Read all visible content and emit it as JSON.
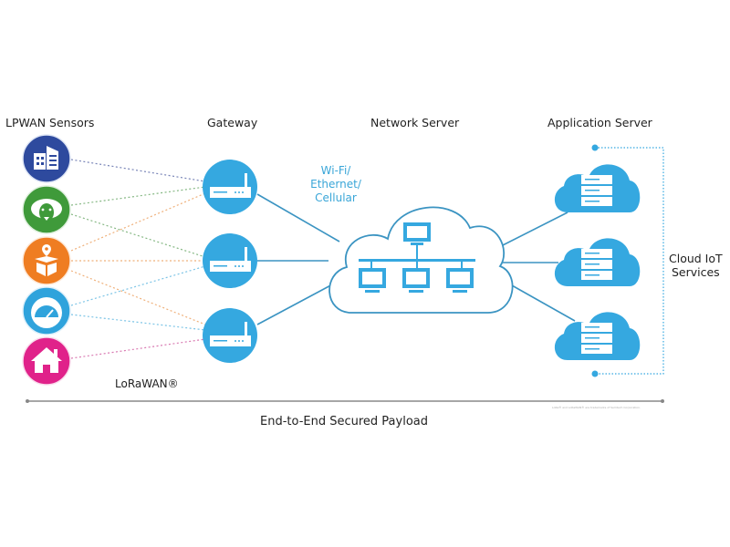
{
  "headers": {
    "sensors": "LPWAN Sensors",
    "gateway": "Gateway",
    "network_server": "Network Server",
    "application_server": "Application Server"
  },
  "backhaul_label": [
    "Wi-Fi/",
    "Ethernet/",
    "Cellular"
  ],
  "lorawan_label": "LoRaWAN®",
  "cloud_services_label": [
    "Cloud IoT",
    "Services"
  ],
  "payload_label": "End-to-End Secured Payload",
  "trademark_note": "LoRa® and LoRaWAN® are trademarks of Semtech Corporation.",
  "sensors": [
    {
      "name": "building",
      "icon": "building-icon",
      "color": "#2e4a9e"
    },
    {
      "name": "livestock",
      "icon": "sheep-icon",
      "color": "#3f9a3a"
    },
    {
      "name": "asset-tracking",
      "icon": "package-location-icon",
      "color": "#ef7d22"
    },
    {
      "name": "metering",
      "icon": "gauge-icon",
      "color": "#2fa3dc"
    },
    {
      "name": "smart-home",
      "icon": "house-icon",
      "color": "#e0228a"
    }
  ],
  "gateways": [
    {
      "name": "gateway-1",
      "icon": "router-icon"
    },
    {
      "name": "gateway-2",
      "icon": "router-icon"
    },
    {
      "name": "gateway-3",
      "icon": "router-icon"
    }
  ],
  "application_servers": [
    {
      "name": "app-server-1",
      "icon": "server-cloud-icon"
    },
    {
      "name": "app-server-2",
      "icon": "server-cloud-icon"
    },
    {
      "name": "app-server-3",
      "icon": "server-cloud-icon"
    }
  ],
  "colors": {
    "accent": "#35a8e0",
    "line": "#3b94c2",
    "text": "#222222",
    "arrow": "#888888"
  }
}
